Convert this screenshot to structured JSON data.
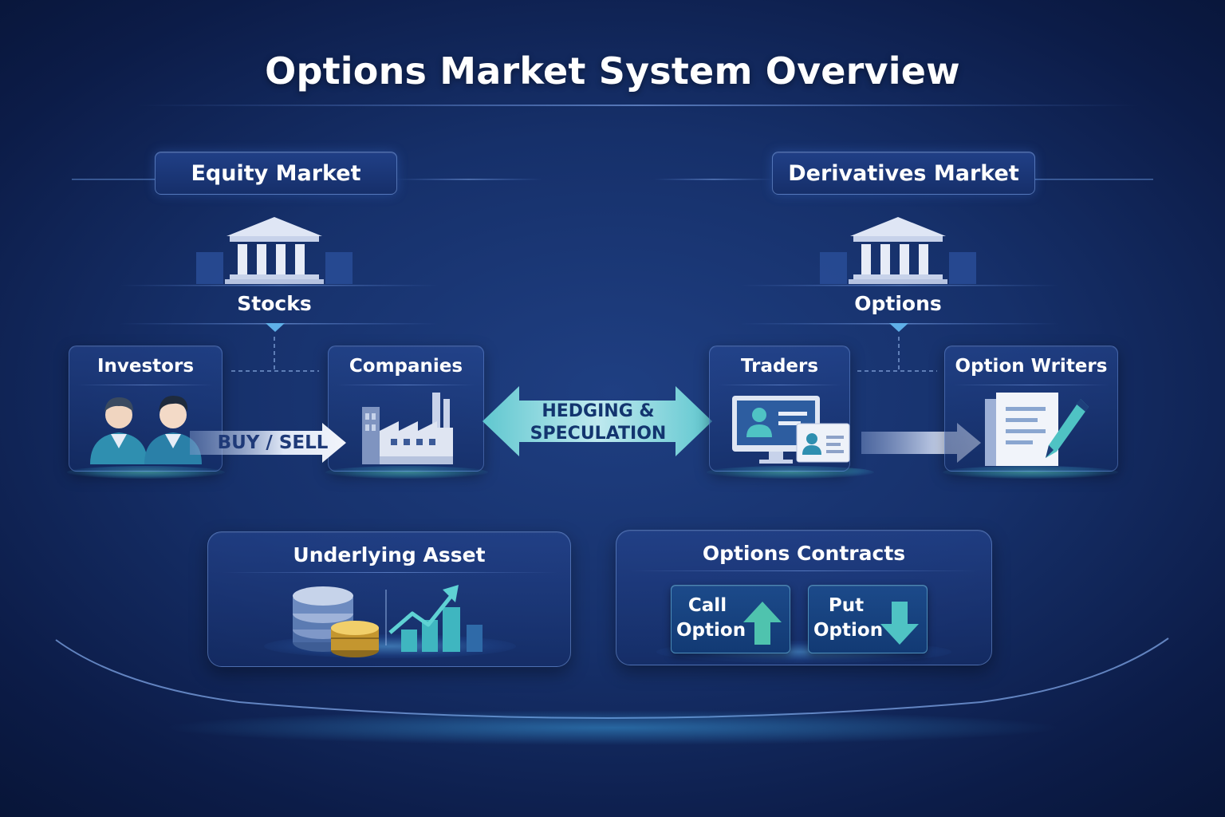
{
  "title": "Options Market System Overview",
  "equity": {
    "header": "Equity Market",
    "sublabel": "Stocks",
    "cards": [
      {
        "label": "Investors"
      },
      {
        "label": "Companies"
      }
    ],
    "arrow_label": "BUY / SELL"
  },
  "derivatives": {
    "header": "Derivatives Market",
    "sublabel": "Options",
    "cards": [
      {
        "label": "Traders"
      },
      {
        "label": "Option Writers"
      }
    ]
  },
  "center_arrow": {
    "line1": "HEDGING &",
    "line2": "SPECULATION"
  },
  "underlying": {
    "title": "Underlying Asset"
  },
  "contracts": {
    "title": "Options Contracts",
    "call": {
      "line1": "Call",
      "line2": "Option"
    },
    "put": {
      "line1": "Put",
      "line2": "Option"
    }
  },
  "colors": {
    "background": "#16306a",
    "accent_teal": "#4fc3c4",
    "card_border": "#8cb4ff"
  },
  "icons": [
    "bank-building-icon",
    "investors-people-icon",
    "factory-icon",
    "monitor-profile-icon",
    "id-card-icon",
    "document-pen-icon",
    "coin-stack-icon",
    "growth-chart-icon",
    "arrow-up-icon",
    "arrow-down-icon"
  ]
}
